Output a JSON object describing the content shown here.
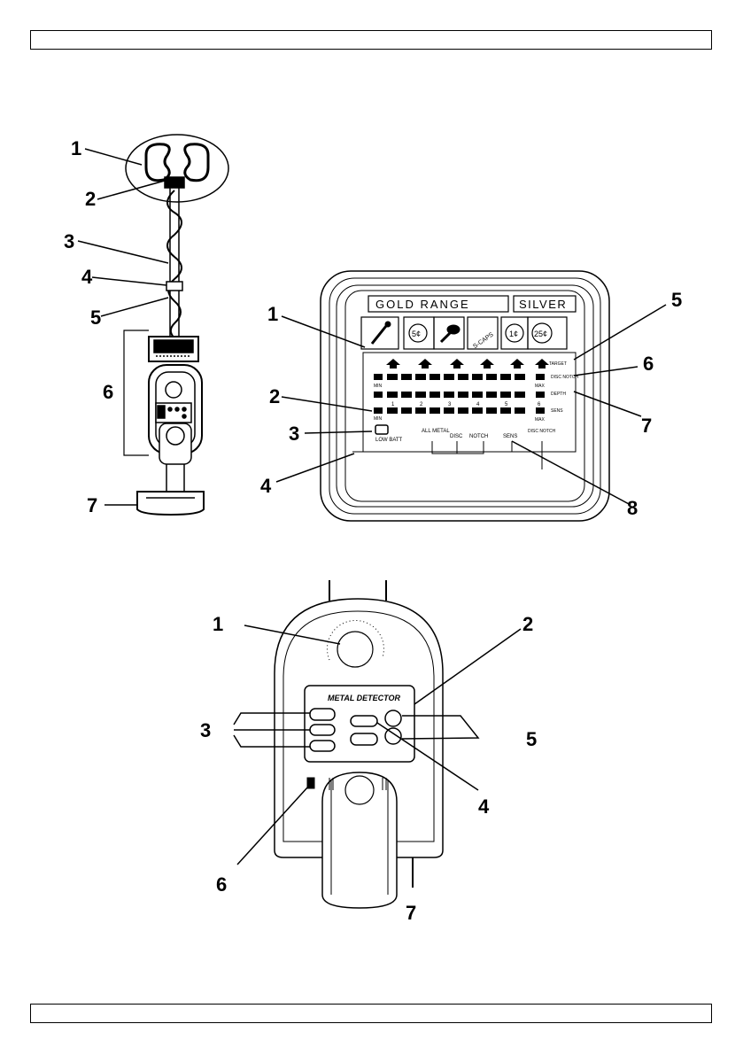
{
  "figure1": {
    "callouts": [
      "1",
      "2",
      "3",
      "4",
      "5",
      "6",
      "7"
    ]
  },
  "figure2": {
    "header": {
      "gold_range": "GOLD RANGE",
      "silver": "SILVER"
    },
    "icons": [
      "nail-icon",
      "5c-coin-icon",
      "pull-tab-icon",
      "screw-caps-icon",
      "1c-coin-icon",
      "25c-coin-icon"
    ],
    "icon_texts": {
      "five_cent": "5¢",
      "caps": "S-CAPS",
      "one_cent": "1¢",
      "quarter": "25¢"
    },
    "labels": {
      "target": "TARGET",
      "disc_notch": "DISC NOTCH",
      "depth": "DEPTH",
      "sens": "SENS",
      "max": "MAX",
      "min": "MIN",
      "low_batt": "LOW BATT",
      "all_metal": "ALL METAL",
      "disc": "DISC",
      "notch": "NOTCH",
      "sens2": "SENS",
      "disc_notch2": "DISC NOTCH"
    },
    "depth_numbers": [
      "1",
      "2",
      "3",
      "4",
      "5",
      "6"
    ],
    "callouts": [
      "1",
      "2",
      "3",
      "4",
      "5",
      "6",
      "7",
      "8"
    ]
  },
  "figure3": {
    "panel_title": "METAL DETECTOR",
    "callouts": [
      "1",
      "2",
      "3",
      "4",
      "5",
      "6",
      "7"
    ]
  }
}
